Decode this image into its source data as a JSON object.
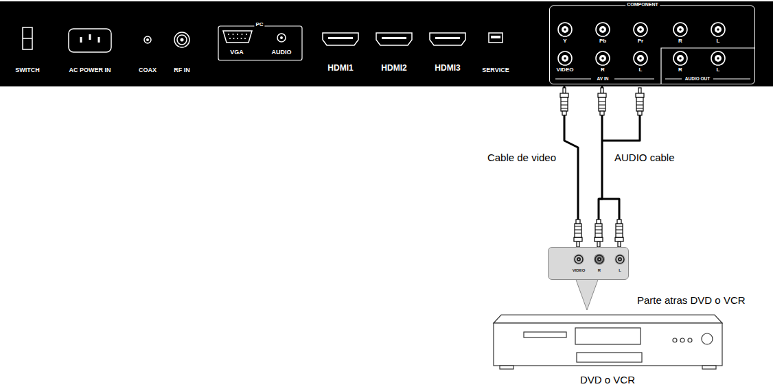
{
  "diagram": {
    "nodes": [
      {
        "text": [
          "COMPONENT",
          "Y",
          "Pb",
          "Pr",
          "R",
          "L",
          "VIDEO",
          "R",
          "L",
          "AV IN",
          "R",
          "L",
          "AUDIO OUT"
        ]
      },
      {
        "text": [
          "VIDEO",
          "R",
          "L"
        ]
      },
      {
        "text": [
          "DVD o VCR"
        ]
      }
    ],
    "edges": [
      {
        "from": 0,
        "to": 1,
        "arrow": "none",
        "label": "Cable de video"
      },
      {
        "from": 0,
        "to": 1,
        "arrow": "none",
        "label": "AUDIO cable"
      }
    ],
    "labels": [
      "SWITCH",
      "AC POWER IN",
      "COAX",
      "RF IN",
      "PC",
      "VGA",
      "AUDIO",
      "HDMI1",
      "HDMI2",
      "HDMI3",
      "SERVICE",
      "Parte atras DVD o VCR"
    ]
  }
}
